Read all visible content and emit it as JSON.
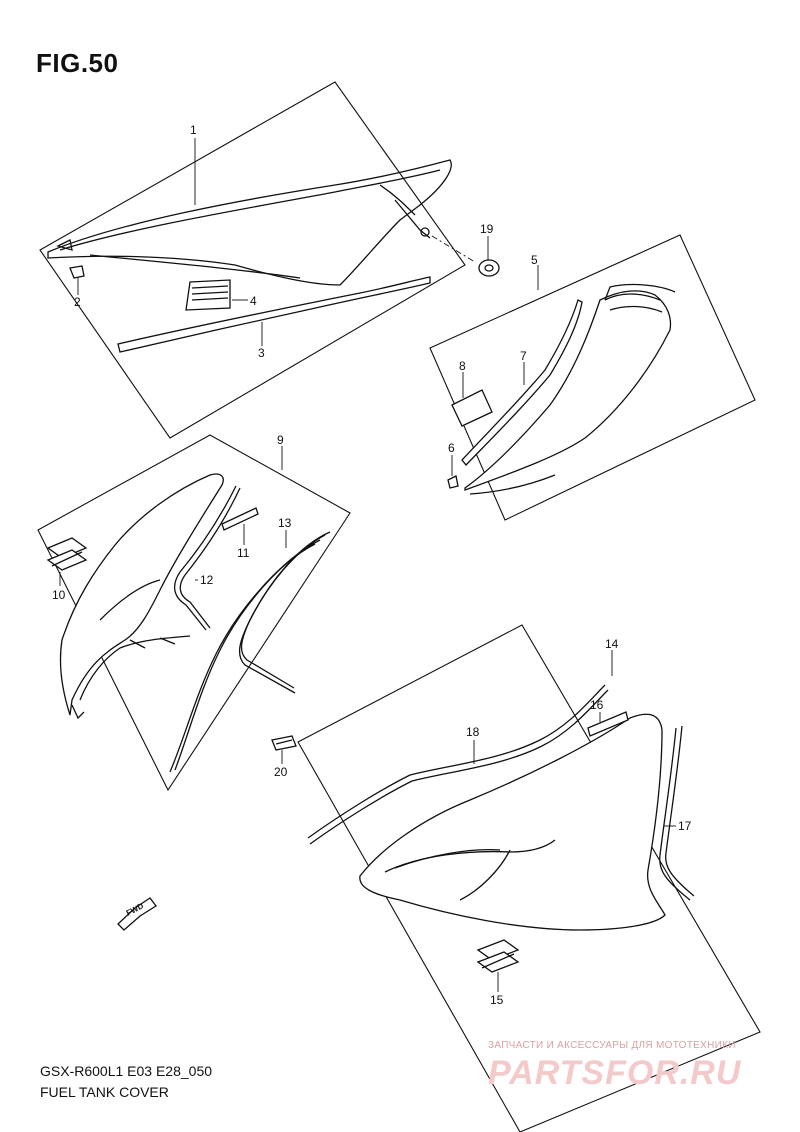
{
  "figure": {
    "title": "FIG.50",
    "model_code": "GSX-R600L1 E03 E28_050",
    "description": "FUEL TANK COVER"
  },
  "watermark": {
    "tagline": "ЗАПЧАСТИ И АКСЕССУАРЫ ДЛЯ МОТОТЕХНИКИ",
    "logo": "PARTSFOR.RU"
  },
  "direction_marker": {
    "label": "FWD",
    "icon": "fwd-arrow-icon"
  },
  "callouts": [
    "1",
    "2",
    "3",
    "4",
    "5",
    "6",
    "7",
    "8",
    "9",
    "10",
    "11",
    "12",
    "13",
    "14",
    "15",
    "16",
    "17",
    "18",
    "19",
    "20"
  ]
}
